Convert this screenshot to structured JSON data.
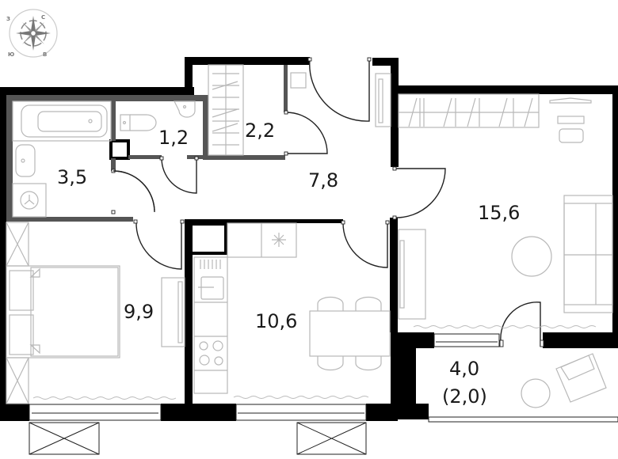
{
  "compass": {
    "north": "С",
    "west": "З",
    "south": "Ю",
    "east": "В"
  },
  "rooms": [
    {
      "id": "bathroom",
      "area": "3,5"
    },
    {
      "id": "wc",
      "area": "1,2"
    },
    {
      "id": "storage",
      "area": "2,2"
    },
    {
      "id": "hallway",
      "area": "7,8"
    },
    {
      "id": "living-room",
      "area": "15,6"
    },
    {
      "id": "bedroom",
      "area": "9,9"
    },
    {
      "id": "kitchen",
      "area": "10,6"
    },
    {
      "id": "loggia",
      "area": "4,0",
      "reduced_area": "(2,0)"
    }
  ],
  "colors": {
    "wall": "#000000",
    "inner_wall": "#555555",
    "furniture": "#b8b8b8",
    "label": "#1a1a1a"
  }
}
